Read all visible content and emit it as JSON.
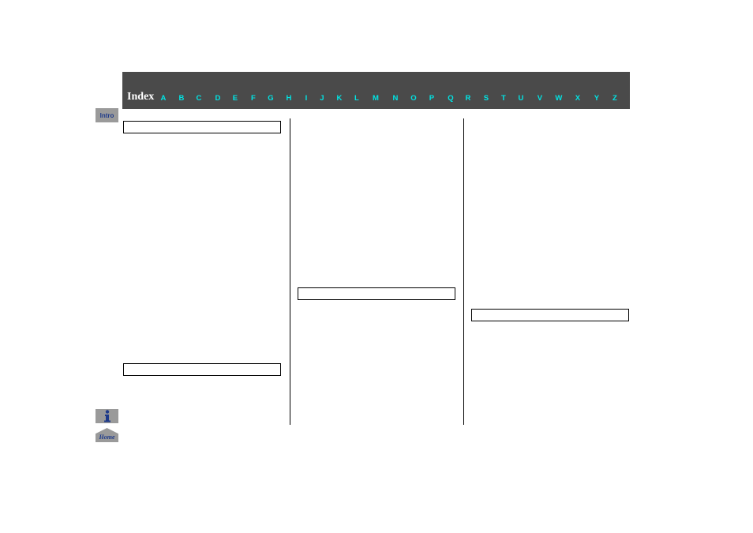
{
  "header": {
    "title": "Index",
    "letters": [
      "A",
      "B",
      "C",
      "D",
      "E",
      "F",
      "G",
      "H",
      "I",
      "J",
      "K",
      "L",
      "M",
      "N",
      "O",
      "P",
      "Q",
      "R",
      "S",
      "T",
      "U",
      "V",
      "W",
      "X",
      "Y",
      "Z"
    ]
  },
  "sidebar": {
    "intro_label": "Intro",
    "info_icon": "info-icon",
    "home_label": "Home"
  },
  "colors": {
    "header_bg": "#4a4a4a",
    "letter": "#00e5e5",
    "side_button": "#9a9a9a",
    "side_text": "#1e3a8a"
  }
}
